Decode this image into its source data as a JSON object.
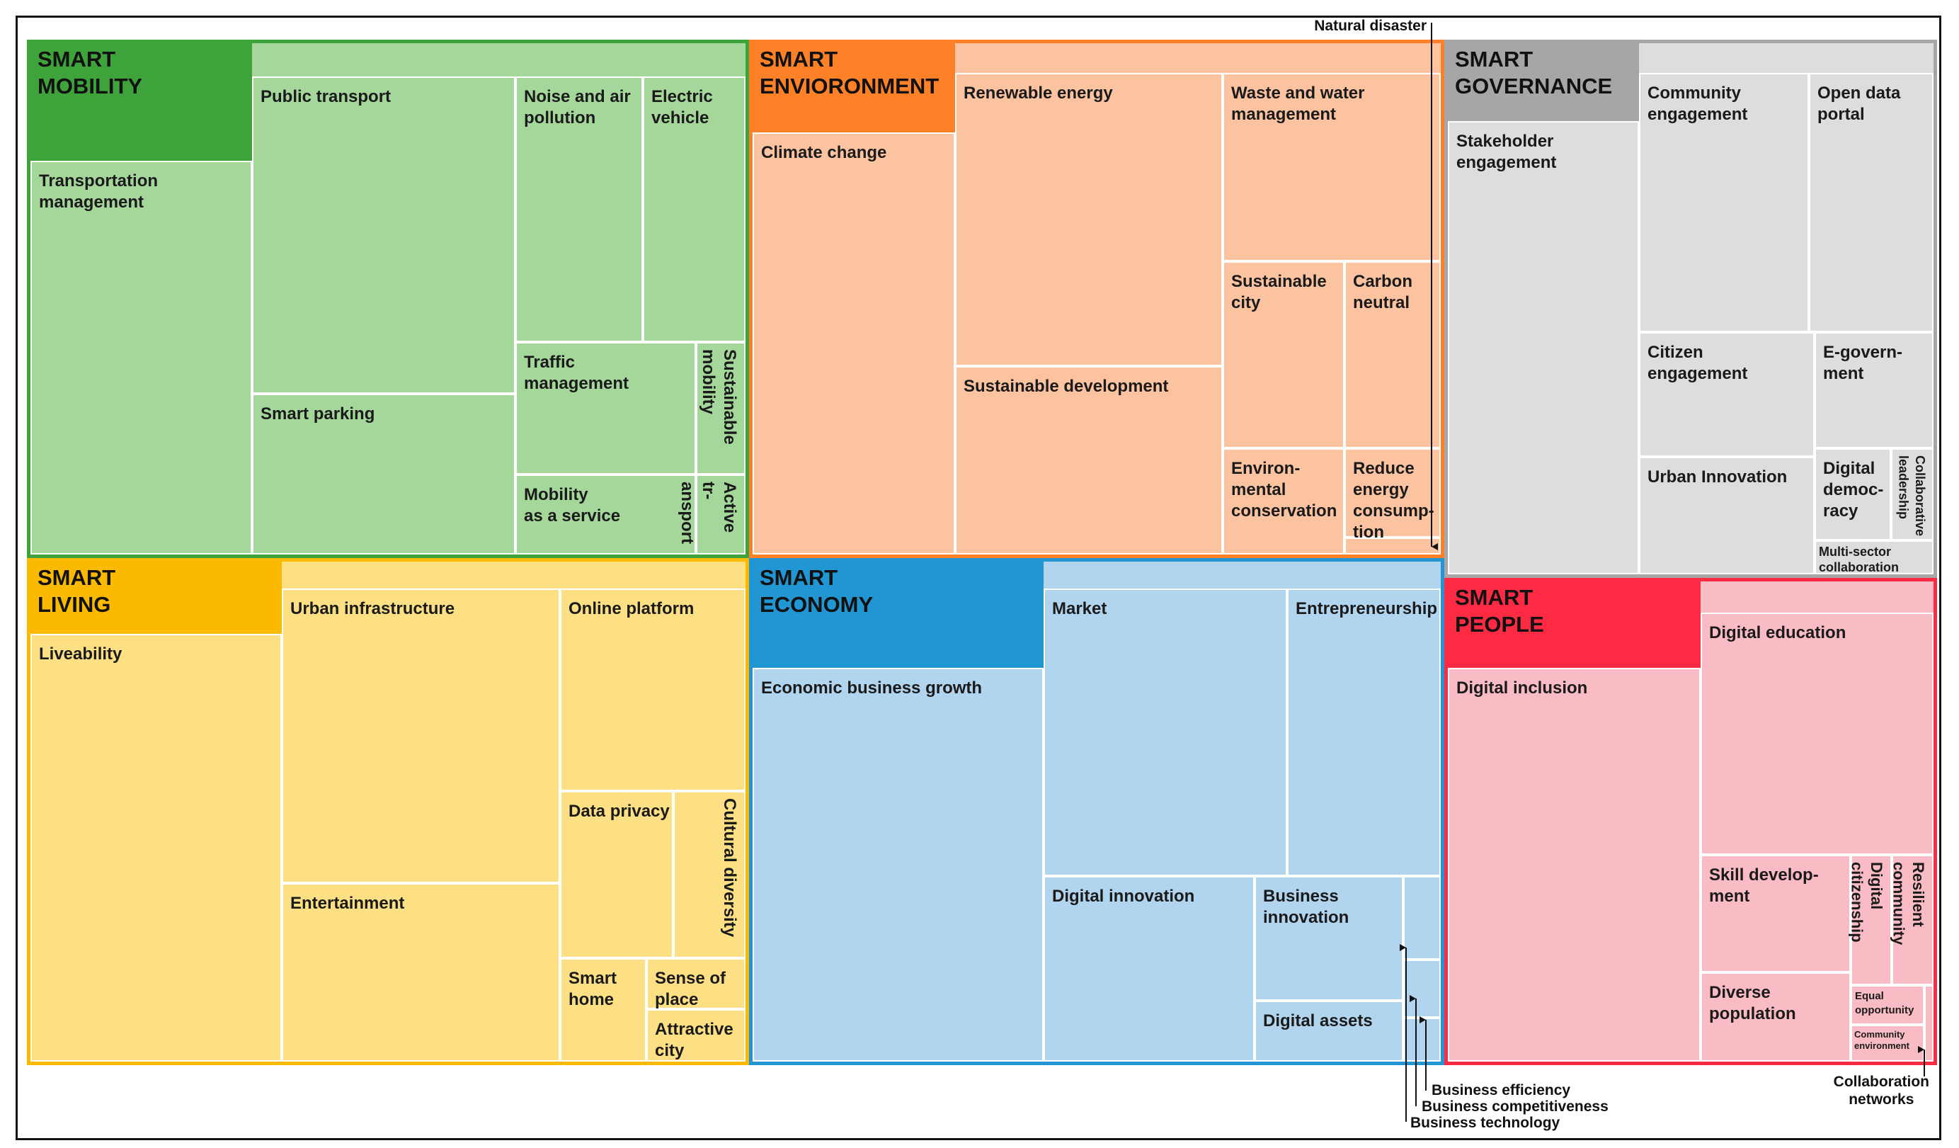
{
  "colors": {
    "mobility": {
      "header": "#3da33a",
      "fill": "#a5d79b",
      "border": "#3da33a"
    },
    "environment": {
      "header": "#ff8127",
      "fill": "#fcc3a1",
      "border": "#ff8127"
    },
    "governance": {
      "header": "#a6a6a6",
      "fill": "#dcdddd",
      "border": "#a6a6a6"
    },
    "living": {
      "header": "#fbba00",
      "fill": "#fde083",
      "border": "#fbba00"
    },
    "economy": {
      "header": "#2196d3",
      "fill": "#b2d5ef",
      "border": "#2196d3"
    },
    "people": {
      "header": "#fc2a43",
      "fill": "#fabcc4",
      "border": "#fc2a43"
    }
  },
  "panels": [
    {
      "key": "mobility",
      "title": "SMART\nMOBILITY",
      "cells": [
        {
          "label": "Transportation\nmanagement"
        },
        {
          "label": "Public transport"
        },
        {
          "label": "Smart parking"
        },
        {
          "label": "Noise and air\npollution"
        },
        {
          "label": "Electric\nvehicle"
        },
        {
          "label": "Traffic\nmanagement"
        },
        {
          "label": "Sustainable\nmobility"
        },
        {
          "label": "Mobility\nas a service"
        },
        {
          "label": "Active tr-\nansport"
        }
      ]
    },
    {
      "key": "environment",
      "title": "SMART\nENVIORONMENT",
      "cells": [
        {
          "label": "Climate change"
        },
        {
          "label": "Renewable energy"
        },
        {
          "label": "Sustainable development"
        },
        {
          "label": "Waste and water\nmanagement"
        },
        {
          "label": "Sustainable\ncity"
        },
        {
          "label": "Carbon\nneutral"
        },
        {
          "label": "Environ-\nmental\nconservation"
        },
        {
          "label": "Reduce\nenergy\nconsump-\ntion"
        },
        {
          "label": ""
        }
      ]
    },
    {
      "key": "governance",
      "title": "SMART\nGOVERNANCE",
      "cells": [
        {
          "label": "Stakeholder\nengagement"
        },
        {
          "label": "Community\nengagement"
        },
        {
          "label": "Open data\nportal"
        },
        {
          "label": "Citizen\nengagement"
        },
        {
          "label": "E-govern-\nment"
        },
        {
          "label": "Urban Innovation"
        },
        {
          "label": "Digital\ndemoc-\nracy"
        },
        {
          "label": "Collaborative\nleadership"
        },
        {
          "label": "Multi-sector\ncollaboration"
        }
      ]
    },
    {
      "key": "living",
      "title": "SMART\nLIVING",
      "cells": [
        {
          "label": "Liveability"
        },
        {
          "label": "Urban infrastructure"
        },
        {
          "label": "Entertainment"
        },
        {
          "label": "Online platform"
        },
        {
          "label": "Data privacy"
        },
        {
          "label": "Cultural diversity"
        },
        {
          "label": "Smart\nhome"
        },
        {
          "label": "Sense of\nplace"
        },
        {
          "label": "Attractive\ncity"
        }
      ]
    },
    {
      "key": "economy",
      "title": "SMART\nECONOMY",
      "cells": [
        {
          "label": "Economic business growth"
        },
        {
          "label": "Market"
        },
        {
          "label": "Entrepreneurship"
        },
        {
          "label": "Digital innovation"
        },
        {
          "label": "Business\ninnovation"
        },
        {
          "label": "Digital assets"
        },
        {
          "label": ""
        },
        {
          "label": ""
        },
        {
          "label": ""
        }
      ]
    },
    {
      "key": "people",
      "title": "SMART\nPEOPLE",
      "cells": [
        {
          "label": "Digital inclusion"
        },
        {
          "label": "Digital education"
        },
        {
          "label": "Skill develop-\nment"
        },
        {
          "label": "Digital\ncitizenship"
        },
        {
          "label": "Resilient\ncommunity"
        },
        {
          "label": "Diverse\npopulation"
        },
        {
          "label": "Equal\nopportunity"
        },
        {
          "label": "Community\nenvironment"
        },
        {
          "label": ""
        }
      ]
    }
  ],
  "callouts": {
    "natural_disaster": "Natural disaster",
    "business_efficiency": "Business efficiency",
    "business_competitiveness": "Business competitiveness",
    "business_technology": "Business technology",
    "collaboration_networks": "Collaboration\nnetworks"
  }
}
